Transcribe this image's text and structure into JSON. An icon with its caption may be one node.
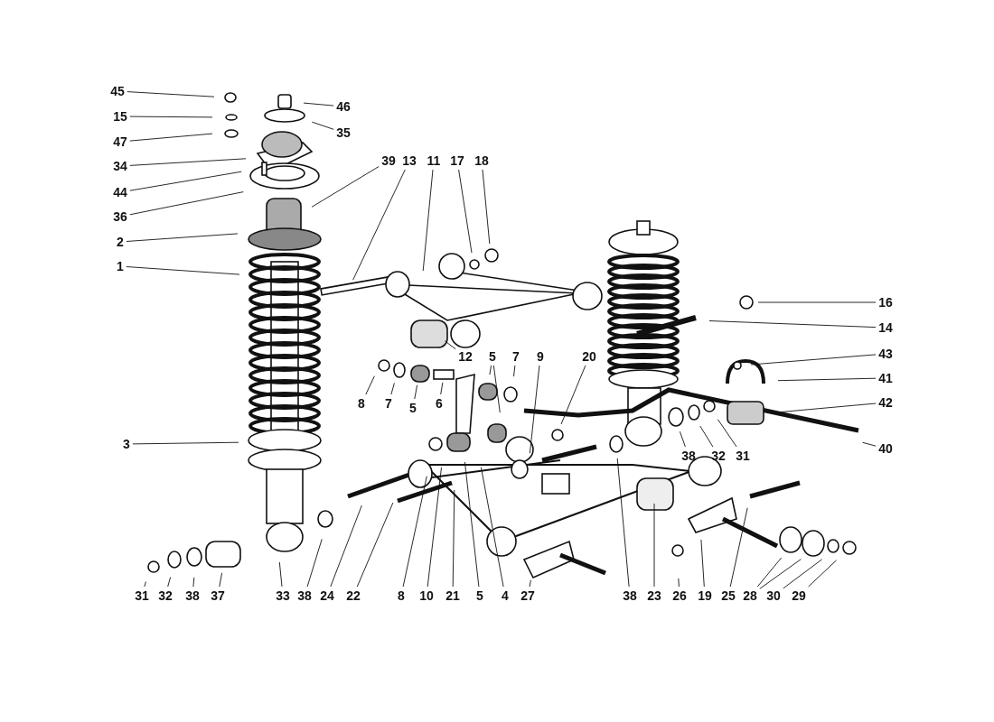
{
  "diagram": {
    "nodes": [
      {
        "text": [
          "45"
        ]
      },
      {
        "text": [
          "15"
        ]
      },
      {
        "text": [
          "47"
        ]
      },
      {
        "text": [
          "34"
        ]
      },
      {
        "text": [
          "44"
        ]
      },
      {
        "text": [
          "36"
        ]
      },
      {
        "text": [
          "2"
        ]
      },
      {
        "text": [
          "1"
        ]
      },
      {
        "text": [
          "3"
        ]
      },
      {
        "text": [
          "46"
        ]
      },
      {
        "text": [
          "35"
        ]
      },
      {
        "text": [
          "39"
        ]
      },
      {
        "text": [
          "13"
        ]
      },
      {
        "text": [
          "11"
        ]
      },
      {
        "text": [
          "17"
        ]
      },
      {
        "text": [
          "18"
        ]
      },
      {
        "text": [
          "16"
        ]
      },
      {
        "text": [
          "14"
        ]
      },
      {
        "text": [
          "12"
        ]
      },
      {
        "text": [
          "5"
        ]
      },
      {
        "text": [
          "7"
        ]
      },
      {
        "text": [
          "9"
        ]
      },
      {
        "text": [
          "20"
        ]
      },
      {
        "text": [
          "43"
        ]
      },
      {
        "text": [
          "41"
        ]
      },
      {
        "text": [
          "8"
        ]
      },
      {
        "text": [
          "7"
        ]
      },
      {
        "text": [
          "5"
        ]
      },
      {
        "text": [
          "6"
        ]
      },
      {
        "text": [
          "42"
        ]
      },
      {
        "text": [
          "38"
        ]
      },
      {
        "text": [
          "32"
        ]
      },
      {
        "text": [
          "31"
        ]
      },
      {
        "text": [
          "40"
        ]
      },
      {
        "text": [
          "31"
        ]
      },
      {
        "text": [
          "32"
        ]
      },
      {
        "text": [
          "38"
        ]
      },
      {
        "text": [
          "37"
        ]
      },
      {
        "text": [
          "33"
        ]
      },
      {
        "text": [
          "38"
        ]
      },
      {
        "text": [
          "24"
        ]
      },
      {
        "text": [
          "22"
        ]
      },
      {
        "text": [
          "8"
        ]
      },
      {
        "text": [
          "10"
        ]
      },
      {
        "text": [
          "21"
        ]
      },
      {
        "text": [
          "5"
        ]
      },
      {
        "text": [
          "4"
        ]
      },
      {
        "text": [
          "27"
        ]
      },
      {
        "text": [
          "38"
        ]
      },
      {
        "text": [
          "23"
        ]
      },
      {
        "text": [
          "26"
        ]
      },
      {
        "text": [
          "19"
        ]
      },
      {
        "text": [
          "25"
        ]
      },
      {
        "text": [
          "28"
        ]
      },
      {
        "text": [
          "30"
        ]
      },
      {
        "text": [
          "29"
        ]
      }
    ],
    "edges": [
      {
        "from": 0,
        "to": null,
        "arrow": "none"
      },
      {
        "from": 1,
        "to": null,
        "arrow": "none"
      },
      {
        "from": 2,
        "to": null,
        "arrow": "none"
      },
      {
        "from": 3,
        "to": null,
        "arrow": "none"
      },
      {
        "from": 4,
        "to": null,
        "arrow": "none"
      },
      {
        "from": 5,
        "to": null,
        "arrow": "none"
      },
      {
        "from": 6,
        "to": null,
        "arrow": "none"
      },
      {
        "from": 7,
        "to": null,
        "arrow": "none"
      },
      {
        "from": 8,
        "to": null,
        "arrow": "none"
      },
      {
        "from": 9,
        "to": null,
        "arrow": "none"
      },
      {
        "from": 10,
        "to": null,
        "arrow": "none"
      },
      {
        "from": 11,
        "to": null,
        "arrow": "none"
      },
      {
        "from": 12,
        "to": null,
        "arrow": "none"
      },
      {
        "from": 13,
        "to": null,
        "arrow": "none"
      },
      {
        "from": 14,
        "to": null,
        "arrow": "none"
      },
      {
        "from": 15,
        "to": null,
        "arrow": "none"
      },
      {
        "from": 16,
        "to": null,
        "arrow": "none"
      },
      {
        "from": 17,
        "to": null,
        "arrow": "none"
      },
      {
        "from": 18,
        "to": null,
        "arrow": "none"
      },
      {
        "from": 19,
        "to": null,
        "arrow": "none"
      },
      {
        "from": 19,
        "to": null,
        "arrow": "none"
      },
      {
        "from": 20,
        "to": null,
        "arrow": "none"
      },
      {
        "from": 21,
        "to": null,
        "arrow": "none"
      },
      {
        "from": 22,
        "to": null,
        "arrow": "none"
      },
      {
        "from": 23,
        "to": null,
        "arrow": "none"
      },
      {
        "from": 24,
        "to": null,
        "arrow": "none"
      },
      {
        "from": 25,
        "to": null,
        "arrow": "none"
      },
      {
        "from": 26,
        "to": null,
        "arrow": "none"
      },
      {
        "from": 27,
        "to": null,
        "arrow": "none"
      },
      {
        "from": 28,
        "to": null,
        "arrow": "none"
      },
      {
        "from": 29,
        "to": null,
        "arrow": "none"
      },
      {
        "from": 30,
        "to": null,
        "arrow": "none"
      },
      {
        "from": 31,
        "to": null,
        "arrow": "none"
      },
      {
        "from": 32,
        "to": null,
        "arrow": "none"
      },
      {
        "from": 33,
        "to": null,
        "arrow": "none"
      },
      {
        "from": 34,
        "to": null,
        "arrow": "none"
      },
      {
        "from": 35,
        "to": null,
        "arrow": "none"
      },
      {
        "from": 36,
        "to": null,
        "arrow": "none"
      },
      {
        "from": 37,
        "to": null,
        "arrow": "none"
      },
      {
        "from": 38,
        "to": null,
        "arrow": "none"
      },
      {
        "from": 39,
        "to": null,
        "arrow": "none"
      },
      {
        "from": 40,
        "to": null,
        "arrow": "none"
      },
      {
        "from": 41,
        "to": null,
        "arrow": "none"
      },
      {
        "from": 42,
        "to": null,
        "arrow": "none"
      },
      {
        "from": 43,
        "to": null,
        "arrow": "none"
      },
      {
        "from": 44,
        "to": null,
        "arrow": "none"
      },
      {
        "from": 45,
        "to": null,
        "arrow": "none"
      },
      {
        "from": 46,
        "to": null,
        "arrow": "none"
      },
      {
        "from": 47,
        "to": null,
        "arrow": "none"
      },
      {
        "from": 48,
        "to": null,
        "arrow": "none"
      },
      {
        "from": 49,
        "to": null,
        "arrow": "none"
      },
      {
        "from": 50,
        "to": null,
        "arrow": "none"
      },
      {
        "from": 51,
        "to": null,
        "arrow": "none"
      },
      {
        "from": 52,
        "to": null,
        "arrow": "none"
      },
      {
        "from": 53,
        "to": null,
        "arrow": "none"
      },
      {
        "from": 53,
        "to": null,
        "arrow": "none"
      },
      {
        "from": 54,
        "to": null,
        "arrow": "none"
      },
      {
        "from": 55,
        "to": null,
        "arrow": "none"
      }
    ]
  }
}
